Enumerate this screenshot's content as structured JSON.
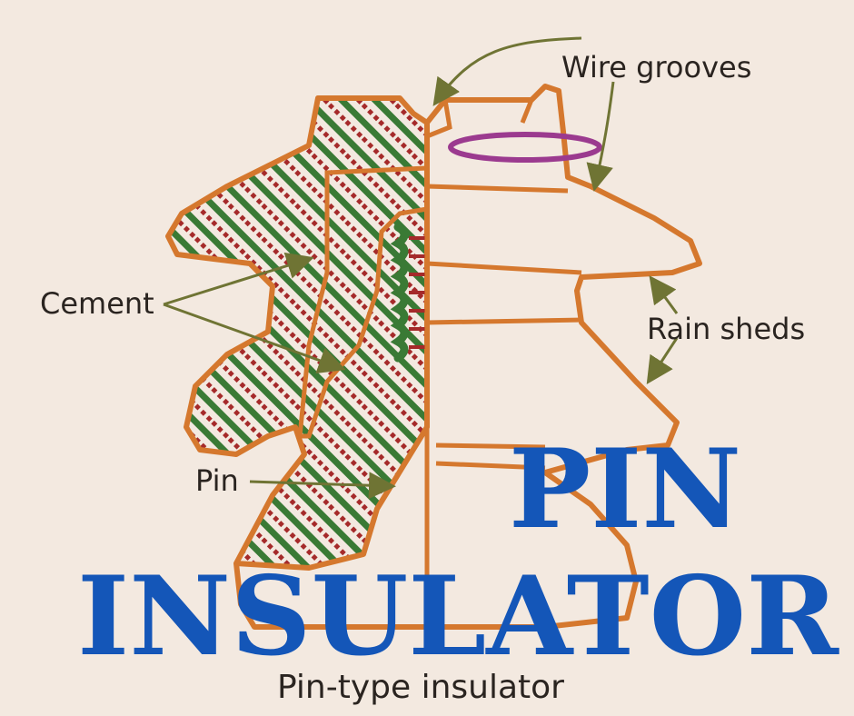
{
  "labels": {
    "wire_grooves": "Wire grooves",
    "cement": "Cement",
    "rain_sheds": "Rain sheds",
    "pin": "Pin"
  },
  "caption": "Pin-type insulator",
  "title": {
    "line1": "PIN",
    "line2": "INSULATOR"
  },
  "colors": {
    "background": "#f3e9e0",
    "outline": "#d5782e",
    "hatch_green": "#3a7a35",
    "hatch_red": "#a52a2a",
    "wire": "#9b3a8f",
    "arrow": "#6f7434",
    "title": "#1456b8"
  }
}
